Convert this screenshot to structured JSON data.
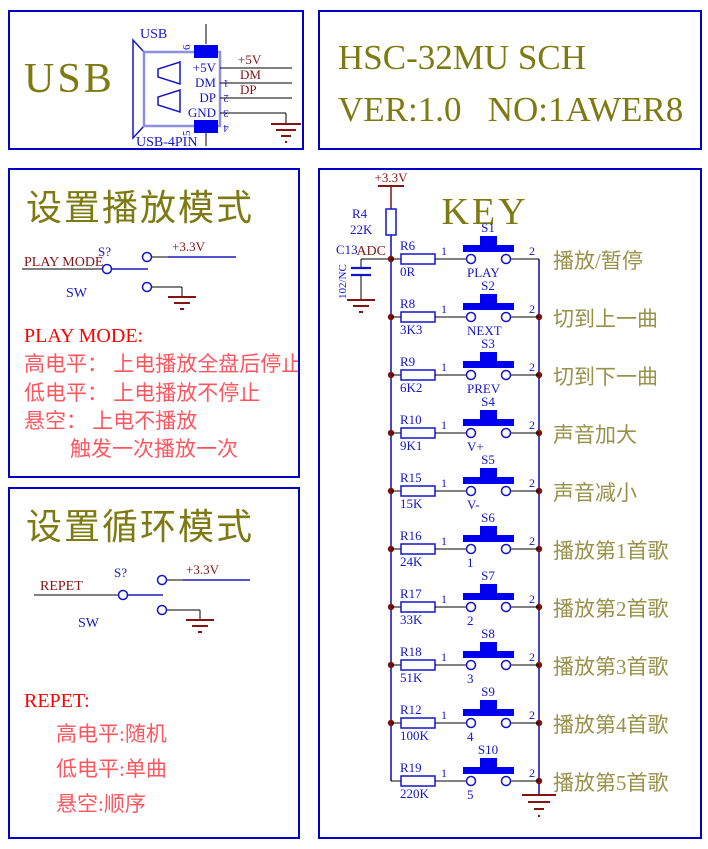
{
  "colors": {
    "border_blue": "#0000c8",
    "component_blue": "#1414cc",
    "switch_fill": "#0000ee",
    "bus_blue": "#1a1ab8",
    "dark_red": "#821414",
    "olive": "#7e7a12",
    "khaki": "#97914a",
    "red": "#ff0000",
    "light_red": "#ff555f"
  },
  "usb_panel": {
    "title": "USB",
    "connector_top_label": "USB",
    "connector_bottom_label": "USB-4PIN",
    "pins": {
      "p1": "+5V",
      "p2": "DM",
      "p3": "DP",
      "p4": "GND"
    },
    "pin_numbers": {
      "n1": "1",
      "n2": "2",
      "n3": "3",
      "n4": "4",
      "pad_top": "6",
      "pad_bottom": "5"
    },
    "nets": {
      "vbus": "+5V",
      "dm": "DM",
      "dp": "DP"
    }
  },
  "title_panel": {
    "line1": "HSC-32MU SCH",
    "line2": "VER:1.0   NO:1AWER8"
  },
  "play_panel": {
    "title": "设置播放模式",
    "switch_ref": "S?",
    "net_label": "PLAY MODE",
    "switch_name": "SW",
    "power_net": "+3.3V",
    "notes_title": "PLAY MODE:",
    "note1": "高电平： 上电播放全盘后停止",
    "note2": "低电平： 上电播放不停止",
    "note3": "悬空： 上电不播放",
    "note4": "触发一次播放一次"
  },
  "repeat_panel": {
    "title": "设置循环模式",
    "switch_ref": "S?",
    "net_label": "REPET",
    "switch_name": "SW",
    "power_net": "+3.3V",
    "notes_title": "REPET:",
    "note1": "高电平:随机",
    "note2": "低电平:单曲",
    "note3": "悬空:顺序"
  },
  "key_panel": {
    "title": "KEY",
    "power_net": "+3.3V",
    "adc_net": "ADC",
    "pullup_ref": "R4",
    "pullup_value": "22K",
    "cap_ref": "C13",
    "cap_value": "102/NC",
    "rows": [
      {
        "ref": "R6",
        "value": "0R",
        "pin1": "1",
        "sw": "S1",
        "sw_label": "PLAY",
        "pin2": "2",
        "desc": "播放/暂停"
      },
      {
        "ref": "R8",
        "value": "3K3",
        "pin1": "1",
        "sw": "S2",
        "sw_label": "NEXT",
        "pin2": "2",
        "desc": "切到上一曲"
      },
      {
        "ref": "R9",
        "value": "6K2",
        "pin1": "1",
        "sw": "S3",
        "sw_label": "PREV",
        "pin2": "2",
        "desc": "切到下一曲"
      },
      {
        "ref": "R10",
        "value": "9K1",
        "pin1": "1",
        "sw": "S4",
        "sw_label": "V+",
        "pin2": "2",
        "desc": "声音加大"
      },
      {
        "ref": "R15",
        "value": "15K",
        "pin1": "1",
        "sw": "S5",
        "sw_label": "V-",
        "pin2": "2",
        "desc": "声音减小"
      },
      {
        "ref": "R16",
        "value": "24K",
        "pin1": "1",
        "sw": "S6",
        "sw_label": "1",
        "pin2": "2",
        "desc": "播放第1首歌"
      },
      {
        "ref": "R17",
        "value": "33K",
        "pin1": "1",
        "sw": "S7",
        "sw_label": "2",
        "pin2": "2",
        "desc": "播放第2首歌"
      },
      {
        "ref": "R18",
        "value": "51K",
        "pin1": "1",
        "sw": "S8",
        "sw_label": "3",
        "pin2": "2",
        "desc": "播放第3首歌"
      },
      {
        "ref": "R12",
        "value": "100K",
        "pin1": "1",
        "sw": "S9",
        "sw_label": "4",
        "pin2": "2",
        "desc": "播放第4首歌"
      },
      {
        "ref": "R19",
        "value": "220K",
        "pin1": "1",
        "sw": "S10",
        "sw_label": "5",
        "pin2": "2",
        "desc": "播放第5首歌"
      }
    ]
  }
}
